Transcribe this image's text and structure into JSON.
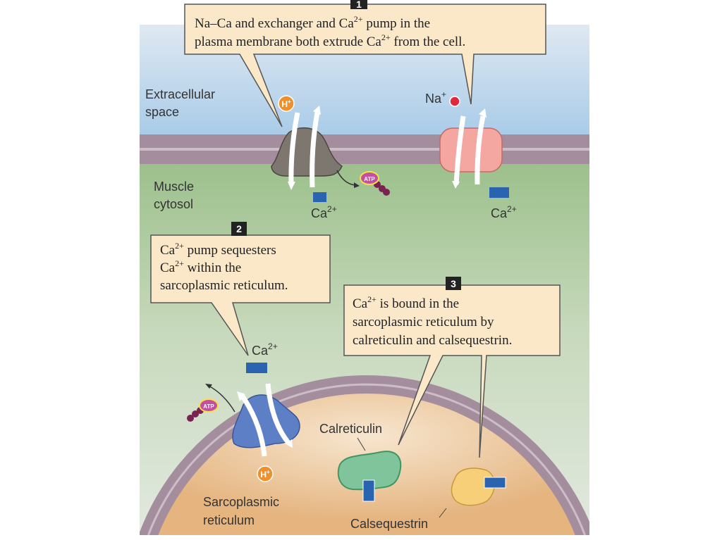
{
  "steps": [
    {
      "number": "1",
      "text_line1_a": "Na–Ca and  exchanger and Ca",
      "text_line1_sup": "2+",
      "text_line1_b": " pump in the",
      "text_line2_a": "plasma membrane both extrude  Ca",
      "text_line2_sup": "2+",
      "text_line2_b": " from the cell."
    },
    {
      "number": "2",
      "line1_a": "Ca",
      "line1_sup": "2+",
      "line1_b": " pump  sequesters",
      "line2_a": "Ca",
      "line2_sup": "2+",
      "line2_b": " within the",
      "line3": "sarcoplasmic reticulum."
    },
    {
      "number": "3",
      "line1_a": "Ca",
      "line1_sup": "2+",
      "line1_b": " is bound in the",
      "line2": "sarcoplasmic reticulum by",
      "line3": "calreticulin and calsequestrin."
    }
  ],
  "regions": {
    "extracellular_1": "Extracellular",
    "extracellular_2": "space",
    "cytosol_1": "Muscle",
    "cytosol_2": "cytosol",
    "sr_1": "Sarcoplasmic",
    "sr_2": "reticulum"
  },
  "ions": {
    "ca": "Ca",
    "ca_charge": "2+",
    "na": "Na",
    "na_charge": "+",
    "h": "H",
    "h_charge": "+",
    "atp": "ATP"
  },
  "proteins": {
    "calreticulin": "Calreticulin",
    "calsequestrin": "Calsequestrin"
  },
  "colors": {
    "extracellular": "#b9d6ec",
    "membrane": "#a48e9e",
    "cytosol": "#a9c79a",
    "sr_lumen": "#eac08e",
    "calcium": "#2a63b0",
    "callout": "#fbe8c8"
  }
}
